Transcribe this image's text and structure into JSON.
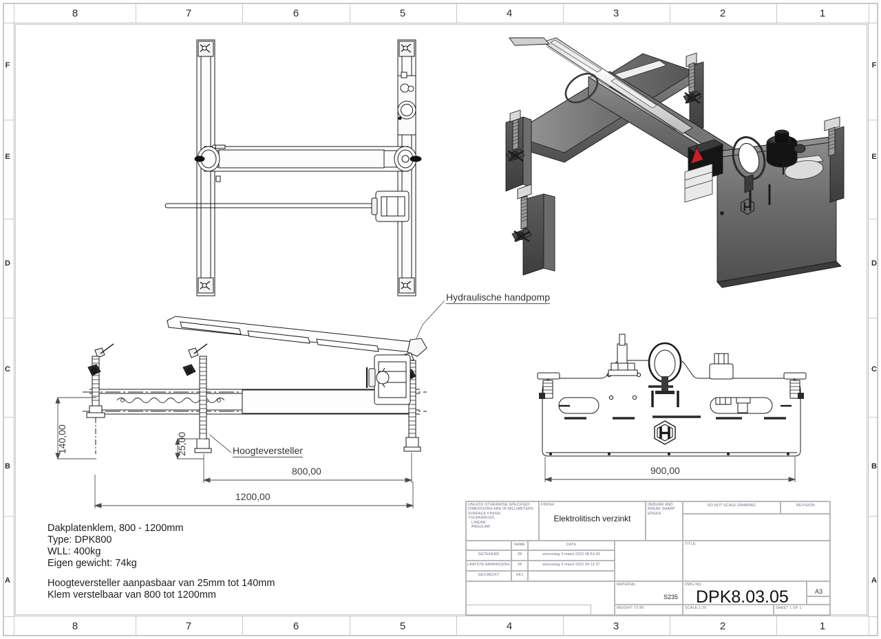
{
  "sheet": {
    "size_label": "A3",
    "zone_columns": [
      "8",
      "7",
      "6",
      "5",
      "4",
      "3",
      "2",
      "1"
    ],
    "zone_rows": [
      "F",
      "E",
      "D",
      "C",
      "B",
      "A"
    ]
  },
  "annotations": {
    "callout_pump": "Hydraulische handpomp",
    "callout_height_adjuster": "Hoogteversteller"
  },
  "dimensions": {
    "height_max": "140,00",
    "height_min": "25,00",
    "width_min": "800,00",
    "width_max": "1200,00",
    "front_width": "900,00"
  },
  "notes": {
    "line1": "Dakplatenklem, 800 - 1200mm",
    "line2": "Type: DPK800",
    "line3": "WLL: 400kg",
    "line4": "Eigen gewicht: 74kg",
    "line5": "Hoogteversteller aanpasbaar van 25mm tot 140mm",
    "line6": "Klem verstelbaar van 800 tot 1200mm"
  },
  "title_block": {
    "tolerances_note": "UNLESS OTHERWISE SPECIFIED:\nDIMENSIONS ARE IN MILLIMETERS\nSURFACE FINISH:\nTOLERANCES:\n   LINEAR:\n   ANGULAR:",
    "finish_label": "FINISH:",
    "finish_value": "Elektrolitisch verzinkt",
    "deburr_label": "DEBURR AND\nBREAK SHARP\nEDGES",
    "do_not_scale_label": "DO NOT SCALE DRAWING",
    "revision_label": "REVISION",
    "revision_value": "",
    "signoff_headers": [
      "",
      "NAME",
      "DATE"
    ],
    "signoff_rows": [
      {
        "role": "GETEKEND",
        "name": "JR",
        "date": "woensdag 9 maart 2022 08:53:43"
      },
      {
        "role": "LAATSTE AANPASSING",
        "name": "JR",
        "date": "woensdag 9 maart 2022 09:12:37"
      },
      {
        "role": "GECHECKT",
        "name": "HKJ",
        "date": ""
      }
    ],
    "title_label": "TITLE:",
    "title_value": "",
    "material_label": "MATERIAL:",
    "material_value": "S235",
    "dwgno_label": "DWG NO.",
    "dwgno_value": "DPK8.03.05",
    "weight_label": "WEIGHT: 73.90",
    "scale_label": "SCALE:1:20",
    "sheet_label": "SHEET 1 OF 1"
  }
}
